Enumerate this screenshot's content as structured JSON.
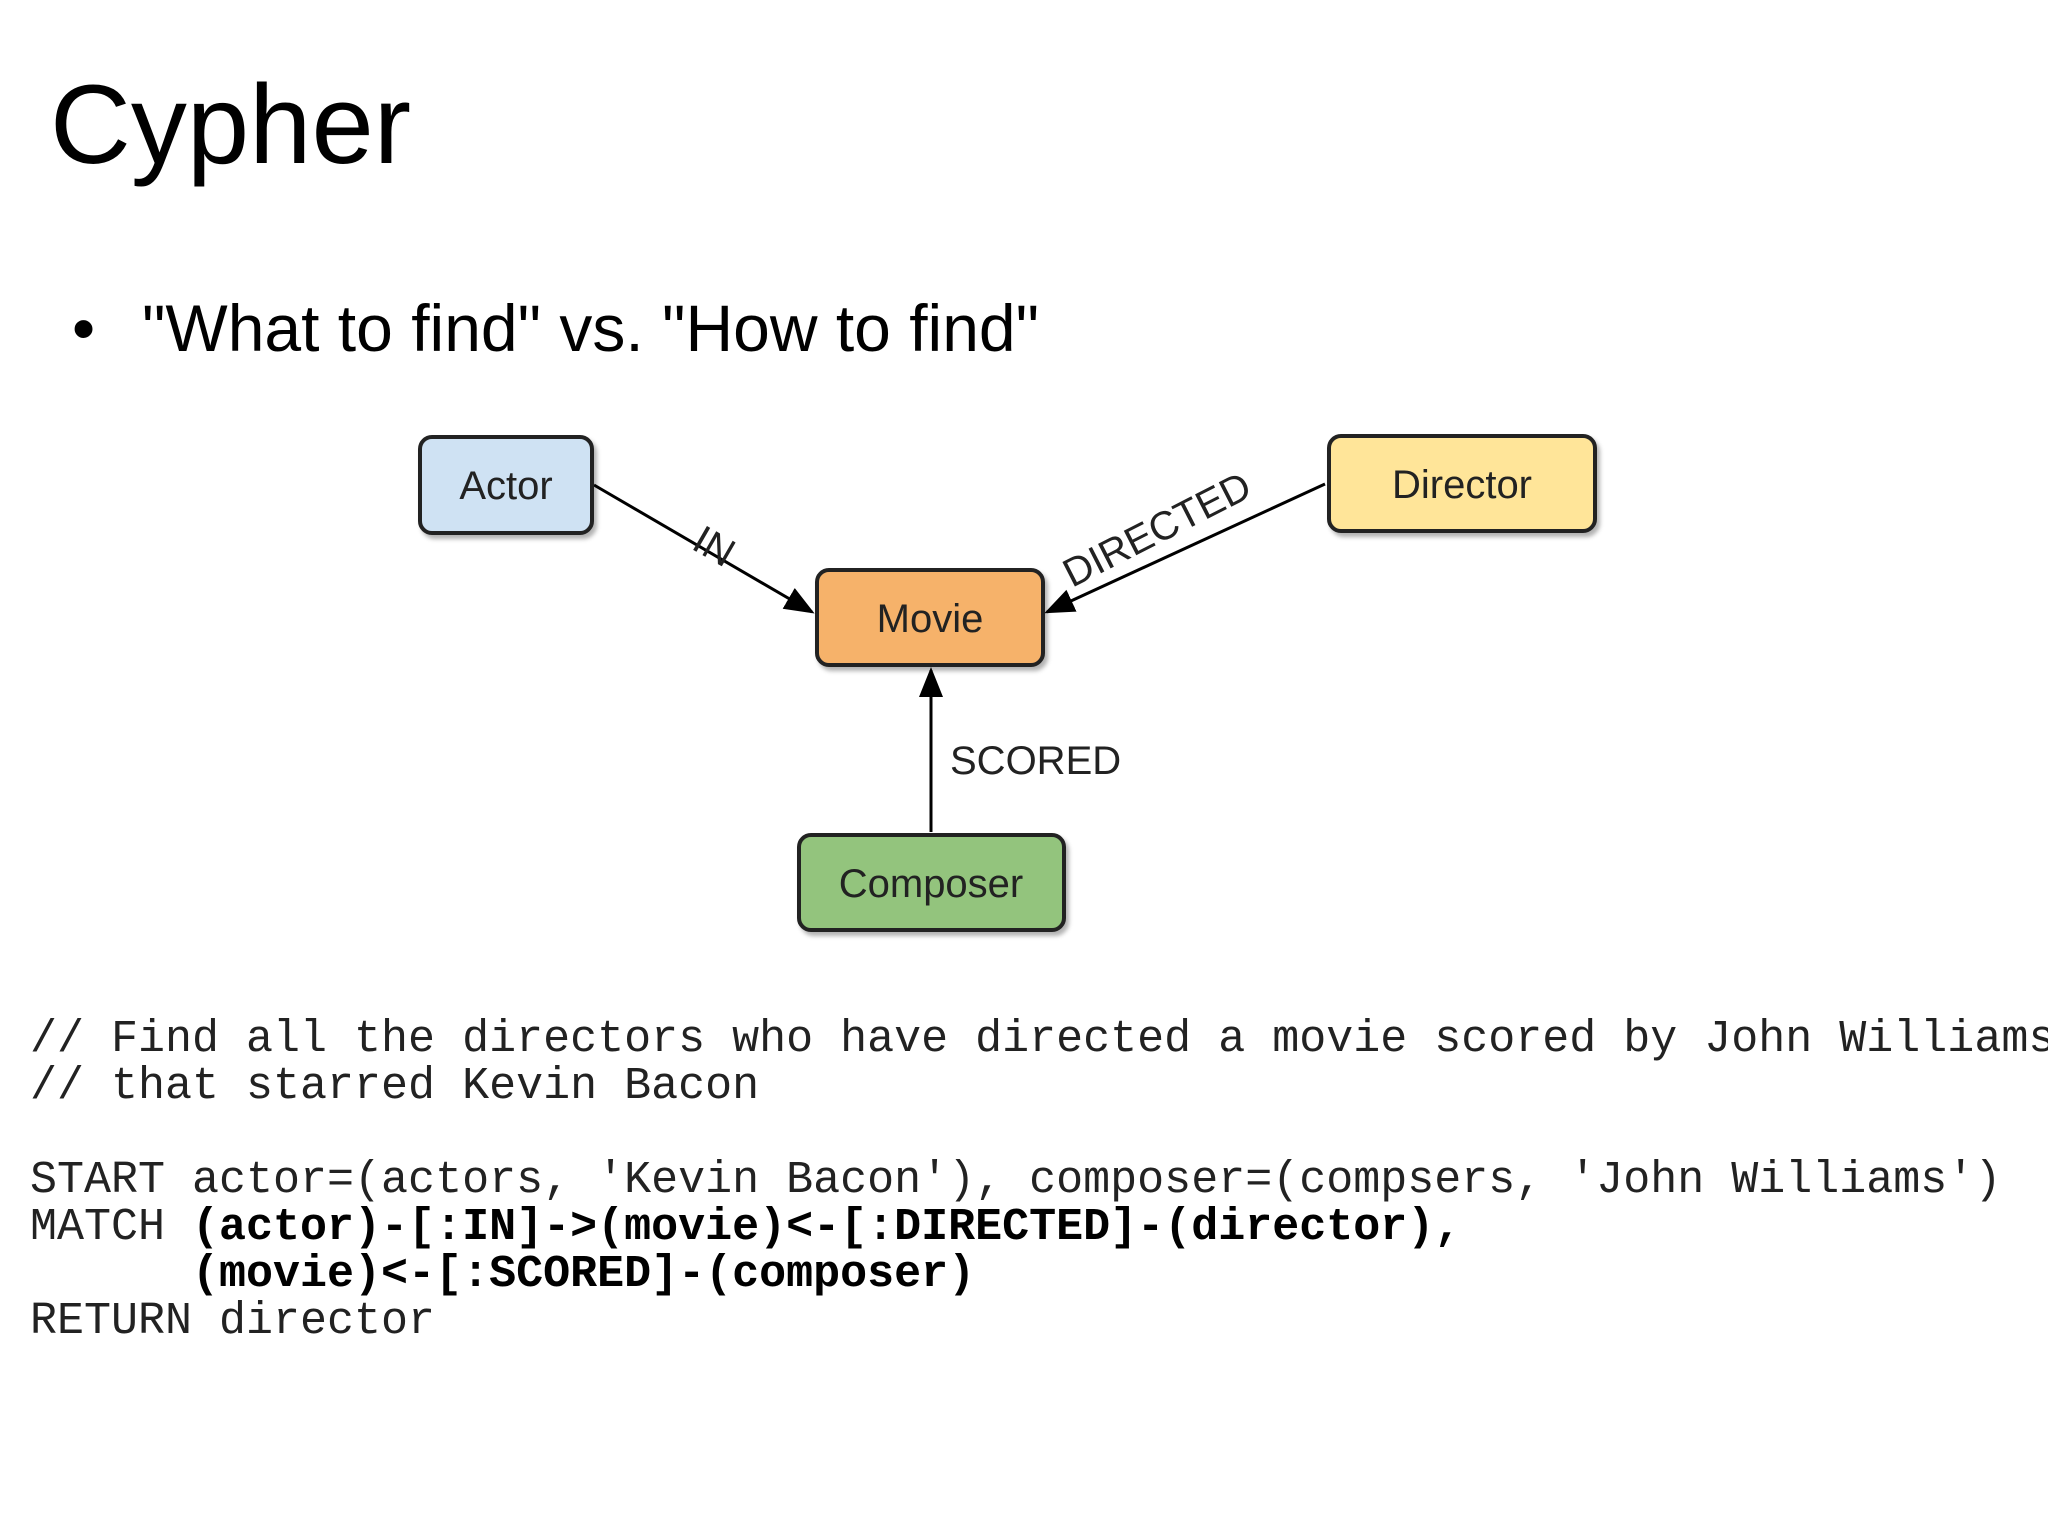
{
  "slide": {
    "title": "Cypher",
    "bullets": [
      "\"What to find\" vs. \"How to find\""
    ]
  },
  "diagram": {
    "nodes": [
      {
        "id": "actor",
        "label": "Actor",
        "color": "#cfe2f3"
      },
      {
        "id": "movie",
        "label": "Movie",
        "color": "#f6b26b"
      },
      {
        "id": "director",
        "label": "Director",
        "color": "#ffe599"
      },
      {
        "id": "composer",
        "label": "Composer",
        "color": "#93c47d"
      }
    ],
    "edges": [
      {
        "from": "actor",
        "to": "movie",
        "label": "IN"
      },
      {
        "from": "director",
        "to": "movie",
        "label": "DIRECTED"
      },
      {
        "from": "composer",
        "to": "movie",
        "label": "SCORED"
      }
    ]
  },
  "code": {
    "comment1": "// Find all the directors who have directed a movie scored by John Williams",
    "comment2": "// that starred Kevin Bacon",
    "start": "START actor=(actors, 'Kevin Bacon'), composer=(compsers, 'John Williams')",
    "match_kw": "MATCH ",
    "match1": "(actor)-[:IN]->(movie)<-[:DIRECTED]-(director),",
    "match_indent": "      ",
    "match2": "(movie)<-[:SCORED]-(composer)",
    "return": "RETURN director"
  }
}
